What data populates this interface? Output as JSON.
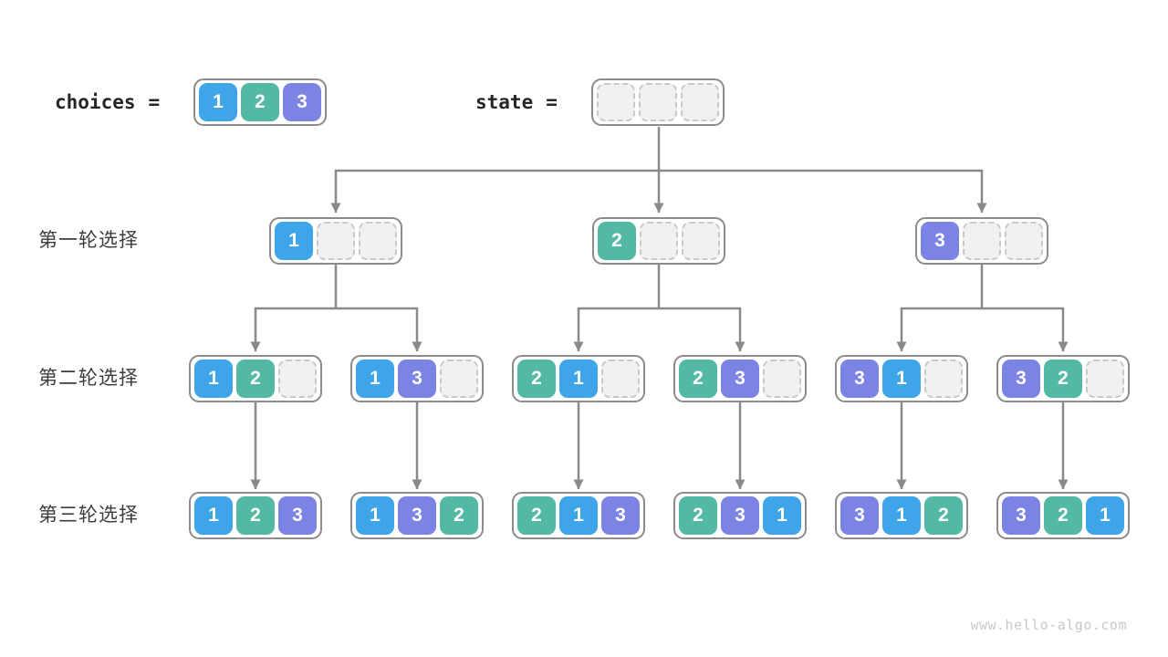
{
  "page": {
    "watermark": "www.hello-algo.com",
    "background": "#ffffff"
  },
  "colors": {
    "value_1": "#3ea5e9",
    "value_2": "#53b9a4",
    "value_3": "#7b84e2",
    "empty_fill": "#f1f1f2",
    "empty_border": "#c9c9c9",
    "container_border": "#8c8c8c",
    "arrow": "#8a8a8a",
    "label_text": "#3d3d3d",
    "code_text": "#262626"
  },
  "header": {
    "choices_label": "choices",
    "state_label": "state",
    "equals": "=",
    "choices_values": [
      1,
      2,
      3
    ],
    "state_values": [
      null,
      null,
      null
    ]
  },
  "rows": [
    {
      "label": "第一轮选择",
      "nodes": [
        [
          1,
          null,
          null
        ],
        [
          2,
          null,
          null
        ],
        [
          3,
          null,
          null
        ]
      ]
    },
    {
      "label": "第二轮选择",
      "nodes": [
        [
          1,
          2,
          null
        ],
        [
          1,
          3,
          null
        ],
        [
          2,
          1,
          null
        ],
        [
          2,
          3,
          null
        ],
        [
          3,
          1,
          null
        ],
        [
          3,
          2,
          null
        ]
      ]
    },
    {
      "label": "第三轮选择",
      "nodes": [
        [
          1,
          2,
          3
        ],
        [
          1,
          3,
          2
        ],
        [
          2,
          1,
          3
        ],
        [
          2,
          3,
          1
        ],
        [
          3,
          1,
          2
        ],
        [
          3,
          2,
          1
        ]
      ]
    }
  ]
}
